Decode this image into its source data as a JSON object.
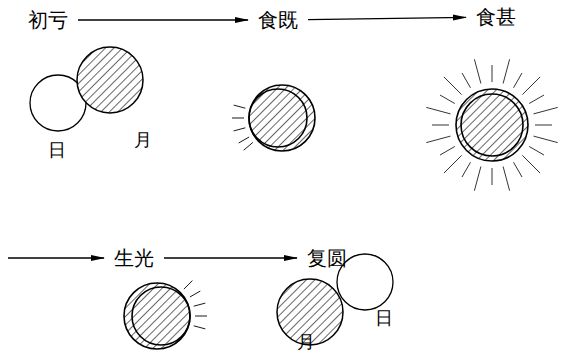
{
  "diagram": {
    "nodes": [
      {
        "text": [
          "初亏"
        ]
      },
      {
        "text": [
          "食既"
        ]
      },
      {
        "text": [
          "食甚"
        ]
      },
      {
        "text": [
          "生光"
        ]
      },
      {
        "text": [
          "复圆"
        ]
      }
    ],
    "edges": [
      {
        "from": 0,
        "to": 1,
        "arrow": "to"
      },
      {
        "from": 1,
        "to": 2,
        "arrow": "to"
      },
      {
        "from": 2,
        "to": 3,
        "arrow": "to"
      },
      {
        "from": 3,
        "to": 4,
        "arrow": "to"
      }
    ],
    "labels": [
      "日",
      "月",
      "日",
      "月"
    ]
  }
}
